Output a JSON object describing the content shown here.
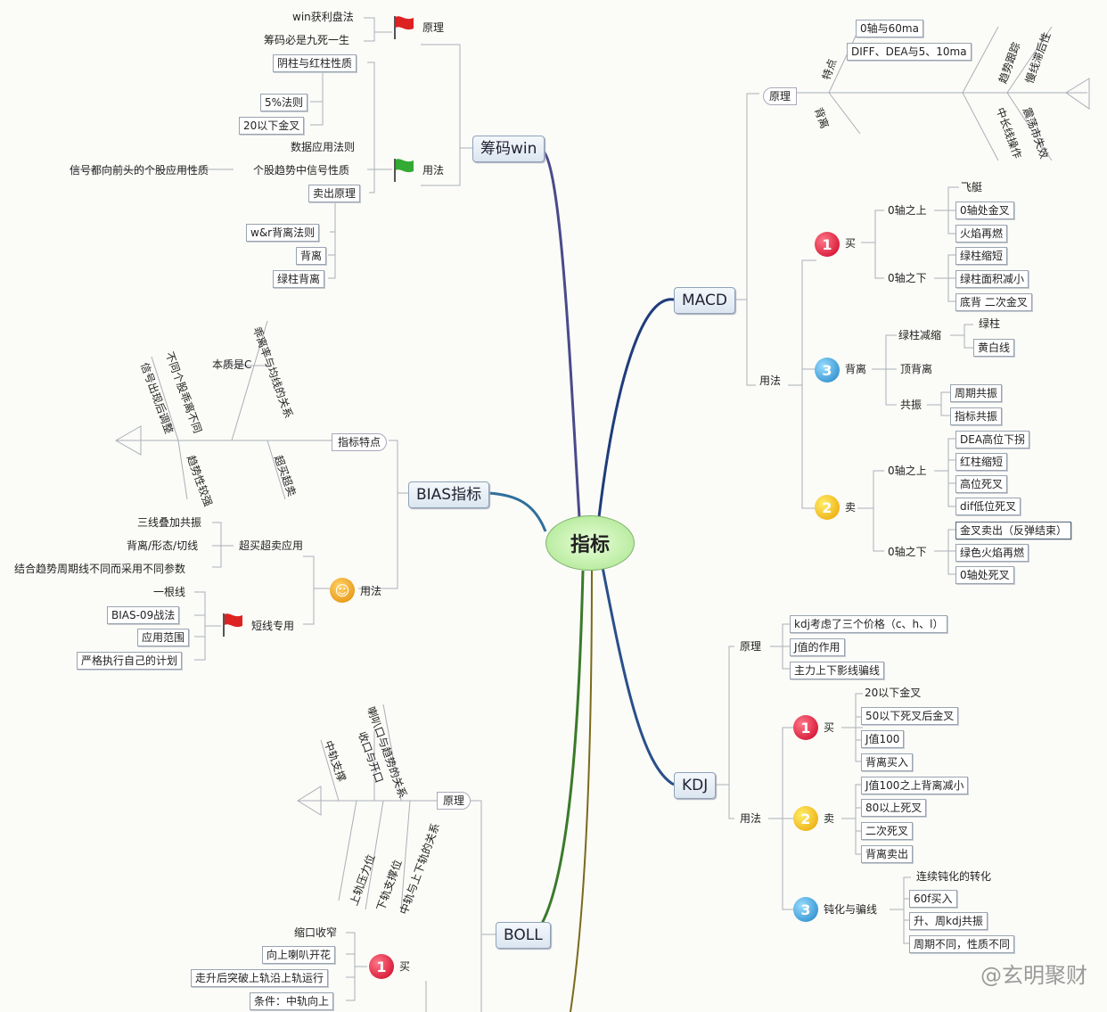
{
  "center": "指标",
  "branches": {
    "chip": "筹码win",
    "macd": "MACD",
    "bias": "BIAS指标",
    "kdj": "KDJ",
    "boll": "BOLL"
  },
  "chip": {
    "principle": "原理",
    "p_items": [
      "win获利盘法",
      "筹码必是九死一生"
    ],
    "usage": "用法",
    "u_group1": "阴柱与红柱性质",
    "u_sub1": [
      "5%法则",
      "20以下金叉"
    ],
    "u_items": [
      "数据应用法则",
      "个股趋势中信号性质",
      "卖出原理"
    ],
    "u_side": "信号都向前头的个股应用性质",
    "u_sub2": [
      "w&r背离法则",
      "背离",
      "绿柱背离"
    ]
  },
  "macd": {
    "principle": "原理",
    "fish_top": [
      "0轴与60ma",
      "DIFF、DEA与5、10ma"
    ],
    "fish_left": [
      "特点",
      "背离"
    ],
    "fish_right": [
      "趋势跟踪",
      "慢线滞后性",
      "中长线操作",
      "震荡市失效"
    ],
    "usage": "用法",
    "buy": "买",
    "buy_above": "0轴之上",
    "buy_above_items": [
      "飞艇",
      "0轴处金叉",
      "火焰再燃"
    ],
    "buy_below": "0轴之下",
    "buy_below_items": [
      "绿柱缩短",
      "绿柱面积减小",
      "底背 二次金叉"
    ],
    "div": "背离",
    "div_a": "绿柱减缩",
    "div_a_items": [
      "绿柱",
      "黄白线"
    ],
    "div_b": "顶背离",
    "div_c": "共振",
    "div_c_items": [
      "周期共振",
      "指标共振"
    ],
    "sell": "卖",
    "sell_above": "0轴之上",
    "sell_above_items": [
      "DEA高位下拐",
      "红柱缩短",
      "高位死叉",
      "dif低位死叉"
    ],
    "sell_below": "0轴之下",
    "sell_below_items": [
      "金叉卖出（反弹结束）",
      "绿色火焰再燃",
      "0轴处死叉"
    ]
  },
  "bias": {
    "features": "指标特点",
    "fish_a": "本质是C",
    "fish_b": [
      "乖离率与均线的关系",
      "不同个股乖离不同",
      "信号出现后调整"
    ],
    "fish_c": [
      "趋势性较强",
      "超买超卖"
    ],
    "usage": "用法",
    "g1": "超买超卖应用",
    "g1_items": [
      "三线叠加共振",
      "背离/形态/切线",
      "结合趋势周期线不同而采用不同参数"
    ],
    "g2": "短线专用",
    "g2_items": [
      "一根线",
      "BIAS-09战法",
      "应用范围",
      "严格执行自己的计划"
    ]
  },
  "kdj": {
    "principle": "原理",
    "p_items": [
      "kdj考虑了三个价格（c、h、l）",
      "J值的作用",
      "主力上下影线骗线"
    ],
    "usage": "用法",
    "buy": "买",
    "buy_items": [
      "20以下金叉",
      "50以下死叉后金叉",
      "J值100",
      "背离买入"
    ],
    "sell": "卖",
    "sell_items": [
      "J值100之上背离减小",
      "80以上死叉",
      "二次死叉",
      "背离卖出"
    ],
    "pass": "钝化与骗线",
    "pass_items": [
      "连续钝化的转化",
      "60f买入",
      "升、周kdj共振",
      "周期不同，性质不同"
    ]
  },
  "boll": {
    "principle": "原理",
    "fish_top": [
      "中轨支撑",
      "收口与开口",
      "喇叭口与趋势的关系"
    ],
    "fish_bot": [
      "上轨压力位",
      "下轨支撑位",
      "中轨与上下轨的关系"
    ],
    "buy": "买",
    "buy_items": [
      "缩口收窄",
      "向上喇叭开花",
      "走升后突破上轨沿上轨运行",
      "条件：中轨向上"
    ]
  },
  "watermark": "@玄明聚财",
  "colors": {
    "chip": "#4a4a8a",
    "macd": "#1f3c7a",
    "bias": "#2f6f9a",
    "kdj": "#2a4f8a",
    "boll": "#3a7a2a",
    "boll2": "#7a6a1a"
  }
}
